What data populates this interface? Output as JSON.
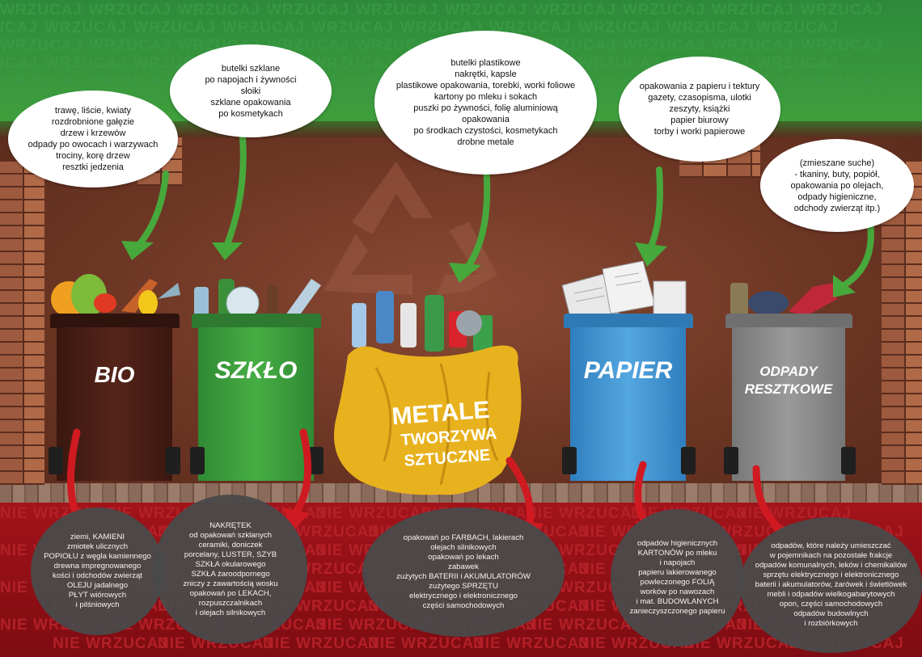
{
  "watermark_top": "WRZUCAJ",
  "watermark_bottom": "NIE WRZUCAJ",
  "colors": {
    "bio": "#4a1f16",
    "szklo": "#3a9a3d",
    "metale": "#e8b21e",
    "papier": "#3b8fd0",
    "resztkowe": "#8a8a8a",
    "arrow_green": "#47a83b",
    "arrow_red": "#d01a22"
  },
  "bins": {
    "bio": {
      "label": "BIO"
    },
    "szklo": {
      "label": "SZKŁO"
    },
    "metale": {
      "label_line1": "METALE",
      "label_line2": "TWORZYWA",
      "label_line3": "SZTUCZNE"
    },
    "papier": {
      "label": "PAPIER"
    },
    "resztkowe": {
      "label_line1": "ODPADY",
      "label_line2": "RESZTKOWE"
    }
  },
  "allowed": {
    "bio": [
      "trawę, liście, kwiaty",
      "rozdrobnione gałęzie",
      "drzew i krzewów",
      "odpady po owocach i warzywach",
      "trociny, korę drzew",
      "resztki jedzenia"
    ],
    "szklo": [
      "butelki szklane",
      "po napojach i żywności",
      "słoiki",
      "szklane opakowania",
      "po kosmetykach"
    ],
    "metale": [
      "butelki plastikowe",
      "nakrętki, kapsle",
      "plastikowe opakowania, torebki, worki foliowe",
      "kartony po mleku i sokach",
      "puszki po żywności, folię aluminiową",
      "opakowania",
      "po środkach czystości, kosmetykach",
      "drobne metale"
    ],
    "papier": [
      "opakowania z papieru i tektury",
      "gazety, czasopisma, ulotki",
      "zeszyty, książki",
      "papier biurowy",
      "torby i worki papierowe"
    ],
    "resztkowe": [
      "(zmieszane suche)",
      "- tkaniny, buty, popiół,",
      "opakowania po olejach,",
      "odpady higieniczne,",
      "odchody zwierząt itp.)"
    ]
  },
  "not_allowed": {
    "bio": [
      "ziemi, KAMIENI",
      "zmiotek ulicznych",
      "POPIOŁU z węgla kamiennego",
      "drewna impregnowanego",
      "kości i odchodów zwierząt",
      "OLEJU jadalnego",
      "PŁYT wiórowych",
      "i pilśniowych"
    ],
    "szklo": [
      "NAKRĘTEK",
      "od opakowań szklanych",
      "ceramiki, doniczek",
      "porcelany, LUSTER, SZYB",
      "SZKŁA okularowego",
      "SZKŁA żaroodpornego",
      "zniczy z zawartością wosku",
      "opakowań po LEKACH,",
      "rozpuszczalnikach",
      "i olejach silnikowych"
    ],
    "metale": [
      "opakowań po FARBACH, lakierach",
      "olejach silnikowych",
      "opakowań po lekach",
      "zabawek",
      "zużytych BATERII i AKUMULATORÓW",
      "zużytego SPRZĘTU",
      "elektrycznego i elektronicznego",
      "części samochodowych"
    ],
    "papier": [
      "odpadów higienicznych",
      "KARTONÓW po mleku",
      "i napojach",
      "papieru lakierowanego",
      "powleczonego FOLIĄ",
      "worków po nawozach",
      "i mat. BUDOWLANYCH",
      "zanieczyszczonego papieru"
    ],
    "resztkowe": [
      "odpadów, które należy umieszczać",
      "w pojemnikach na pozostałe frakcje",
      "odpadów komunalnych, leków i chemikaliów",
      "sprzętu elektrycznego i elektronicznego",
      "baterii i akumulatorów, żarówek i świetlówek",
      "mebli i odpadów wielkogabarytowych",
      "opon, części samochodowych",
      "odpadów budowlnych",
      "i rozbiórkowych"
    ]
  }
}
